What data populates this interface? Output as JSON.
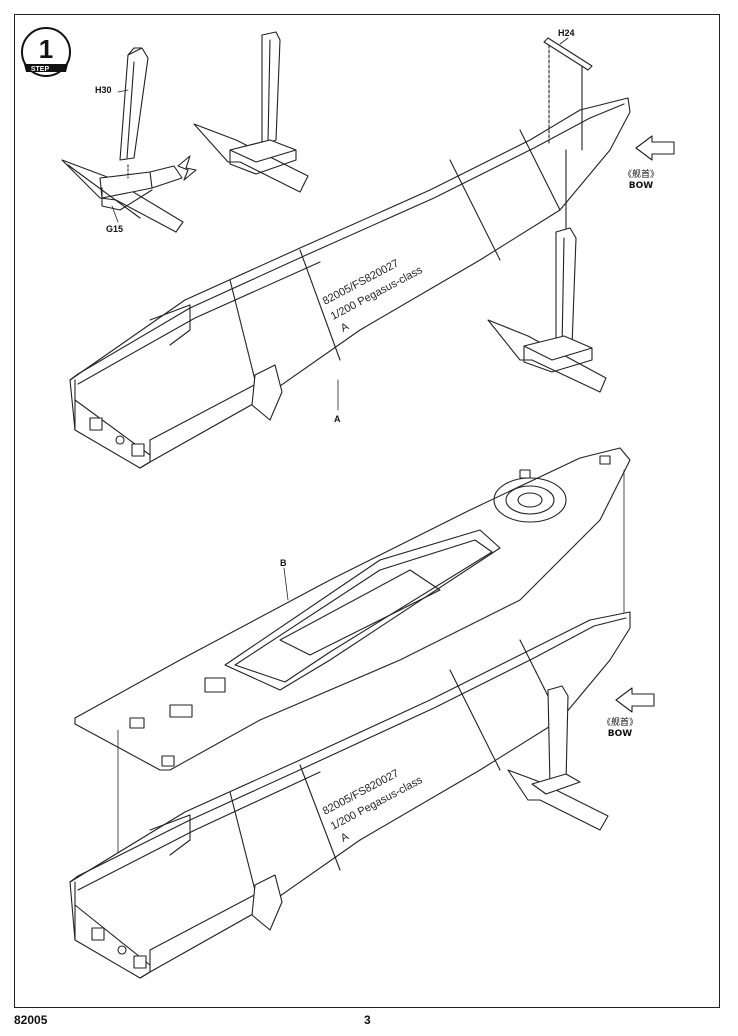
{
  "step": {
    "number": "1",
    "word": "STEP"
  },
  "parts": {
    "h30": "H30",
    "g15": "G15",
    "h24": "H24",
    "a": "A",
    "b": "B"
  },
  "bow_label_top": {
    "cn": "《舰首》",
    "en": "BOW"
  },
  "bow_label_bottom": {
    "cn": "《舰首》",
    "en": "BOW"
  },
  "hull_marking_top": [
    "82005/FS820027",
    "1/200 Pegasus-class",
    "A"
  ],
  "hull_marking_bottom": [
    "82005/FS820027",
    "1/200 Pegasus-class",
    "A"
  ],
  "footer": {
    "code": "82005",
    "page": "3"
  }
}
